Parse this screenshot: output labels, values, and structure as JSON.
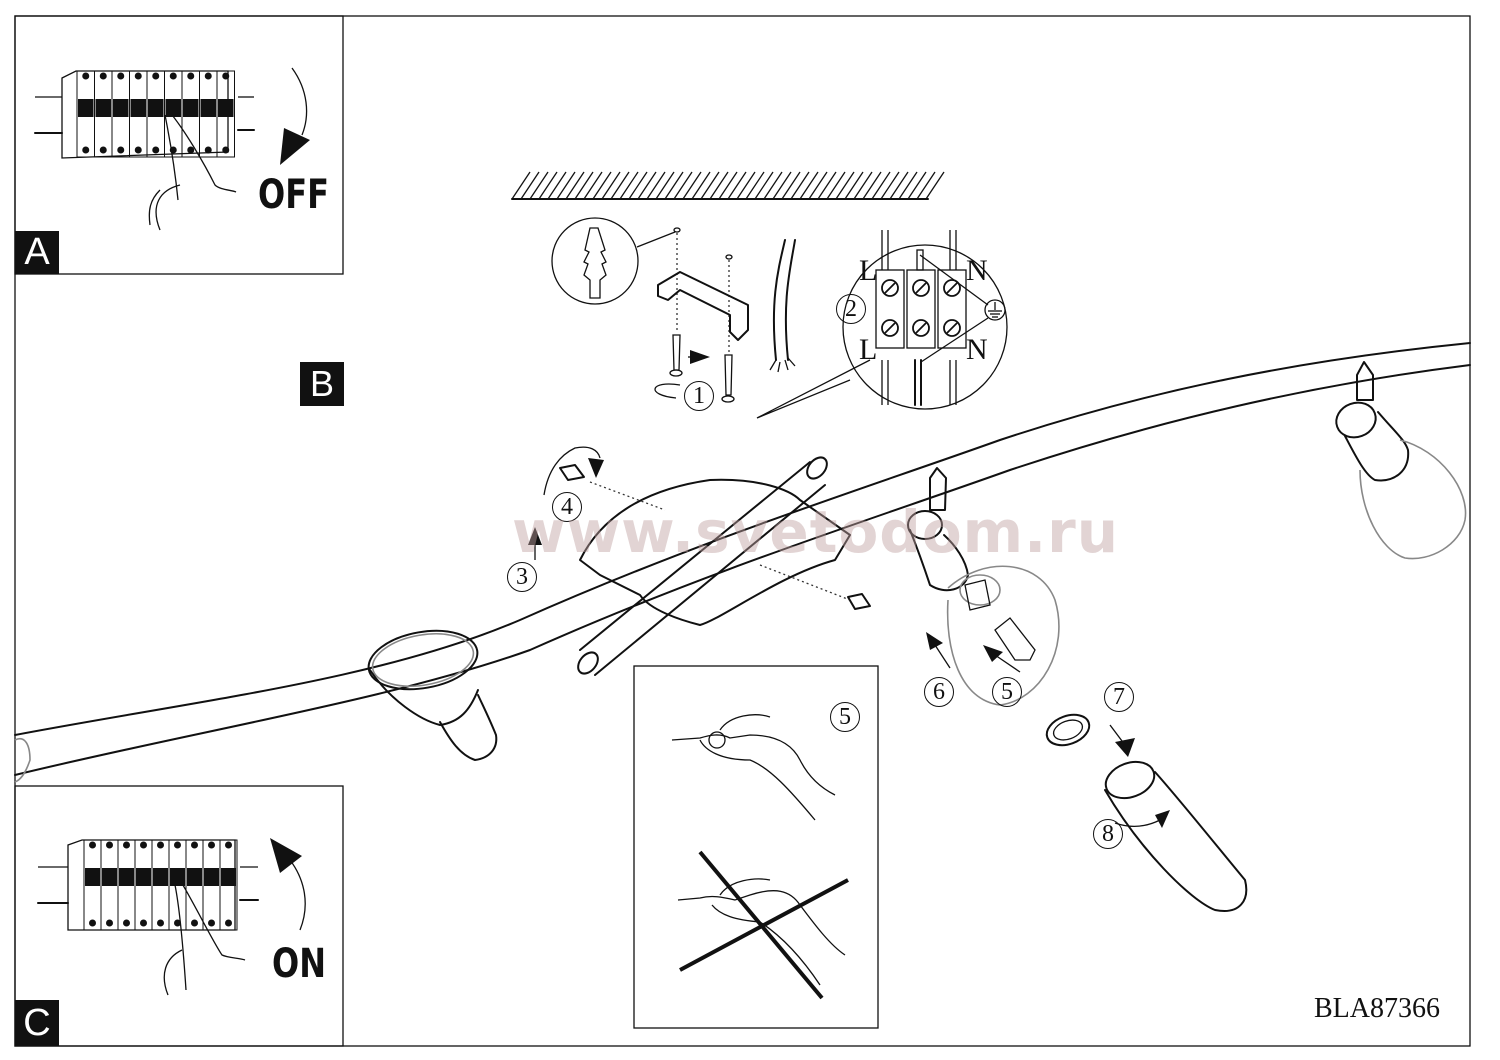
{
  "document": {
    "title": "Ceiling spot light installation diagram",
    "model_number": "BLA87366",
    "watermark": "www.svetodom.ru"
  },
  "panels": {
    "a": {
      "label": "A",
      "action": "OFF",
      "description": "Switch off circuit breaker"
    },
    "b": {
      "label": "B",
      "description": "Mounting and wiring"
    },
    "c": {
      "label": "C",
      "action": "ON",
      "description": "Switch on circuit breaker"
    }
  },
  "steps": [
    "1",
    "2",
    "3",
    "4",
    "5",
    "6",
    "7",
    "8"
  ],
  "step_inset": {
    "step": "5",
    "description": "Correct and incorrect way to handle bulb"
  },
  "terminal": {
    "top_left": "L",
    "top_right": "N",
    "bottom_left": "L",
    "bottom_right": "N",
    "ground_symbol": "earth-ground"
  }
}
